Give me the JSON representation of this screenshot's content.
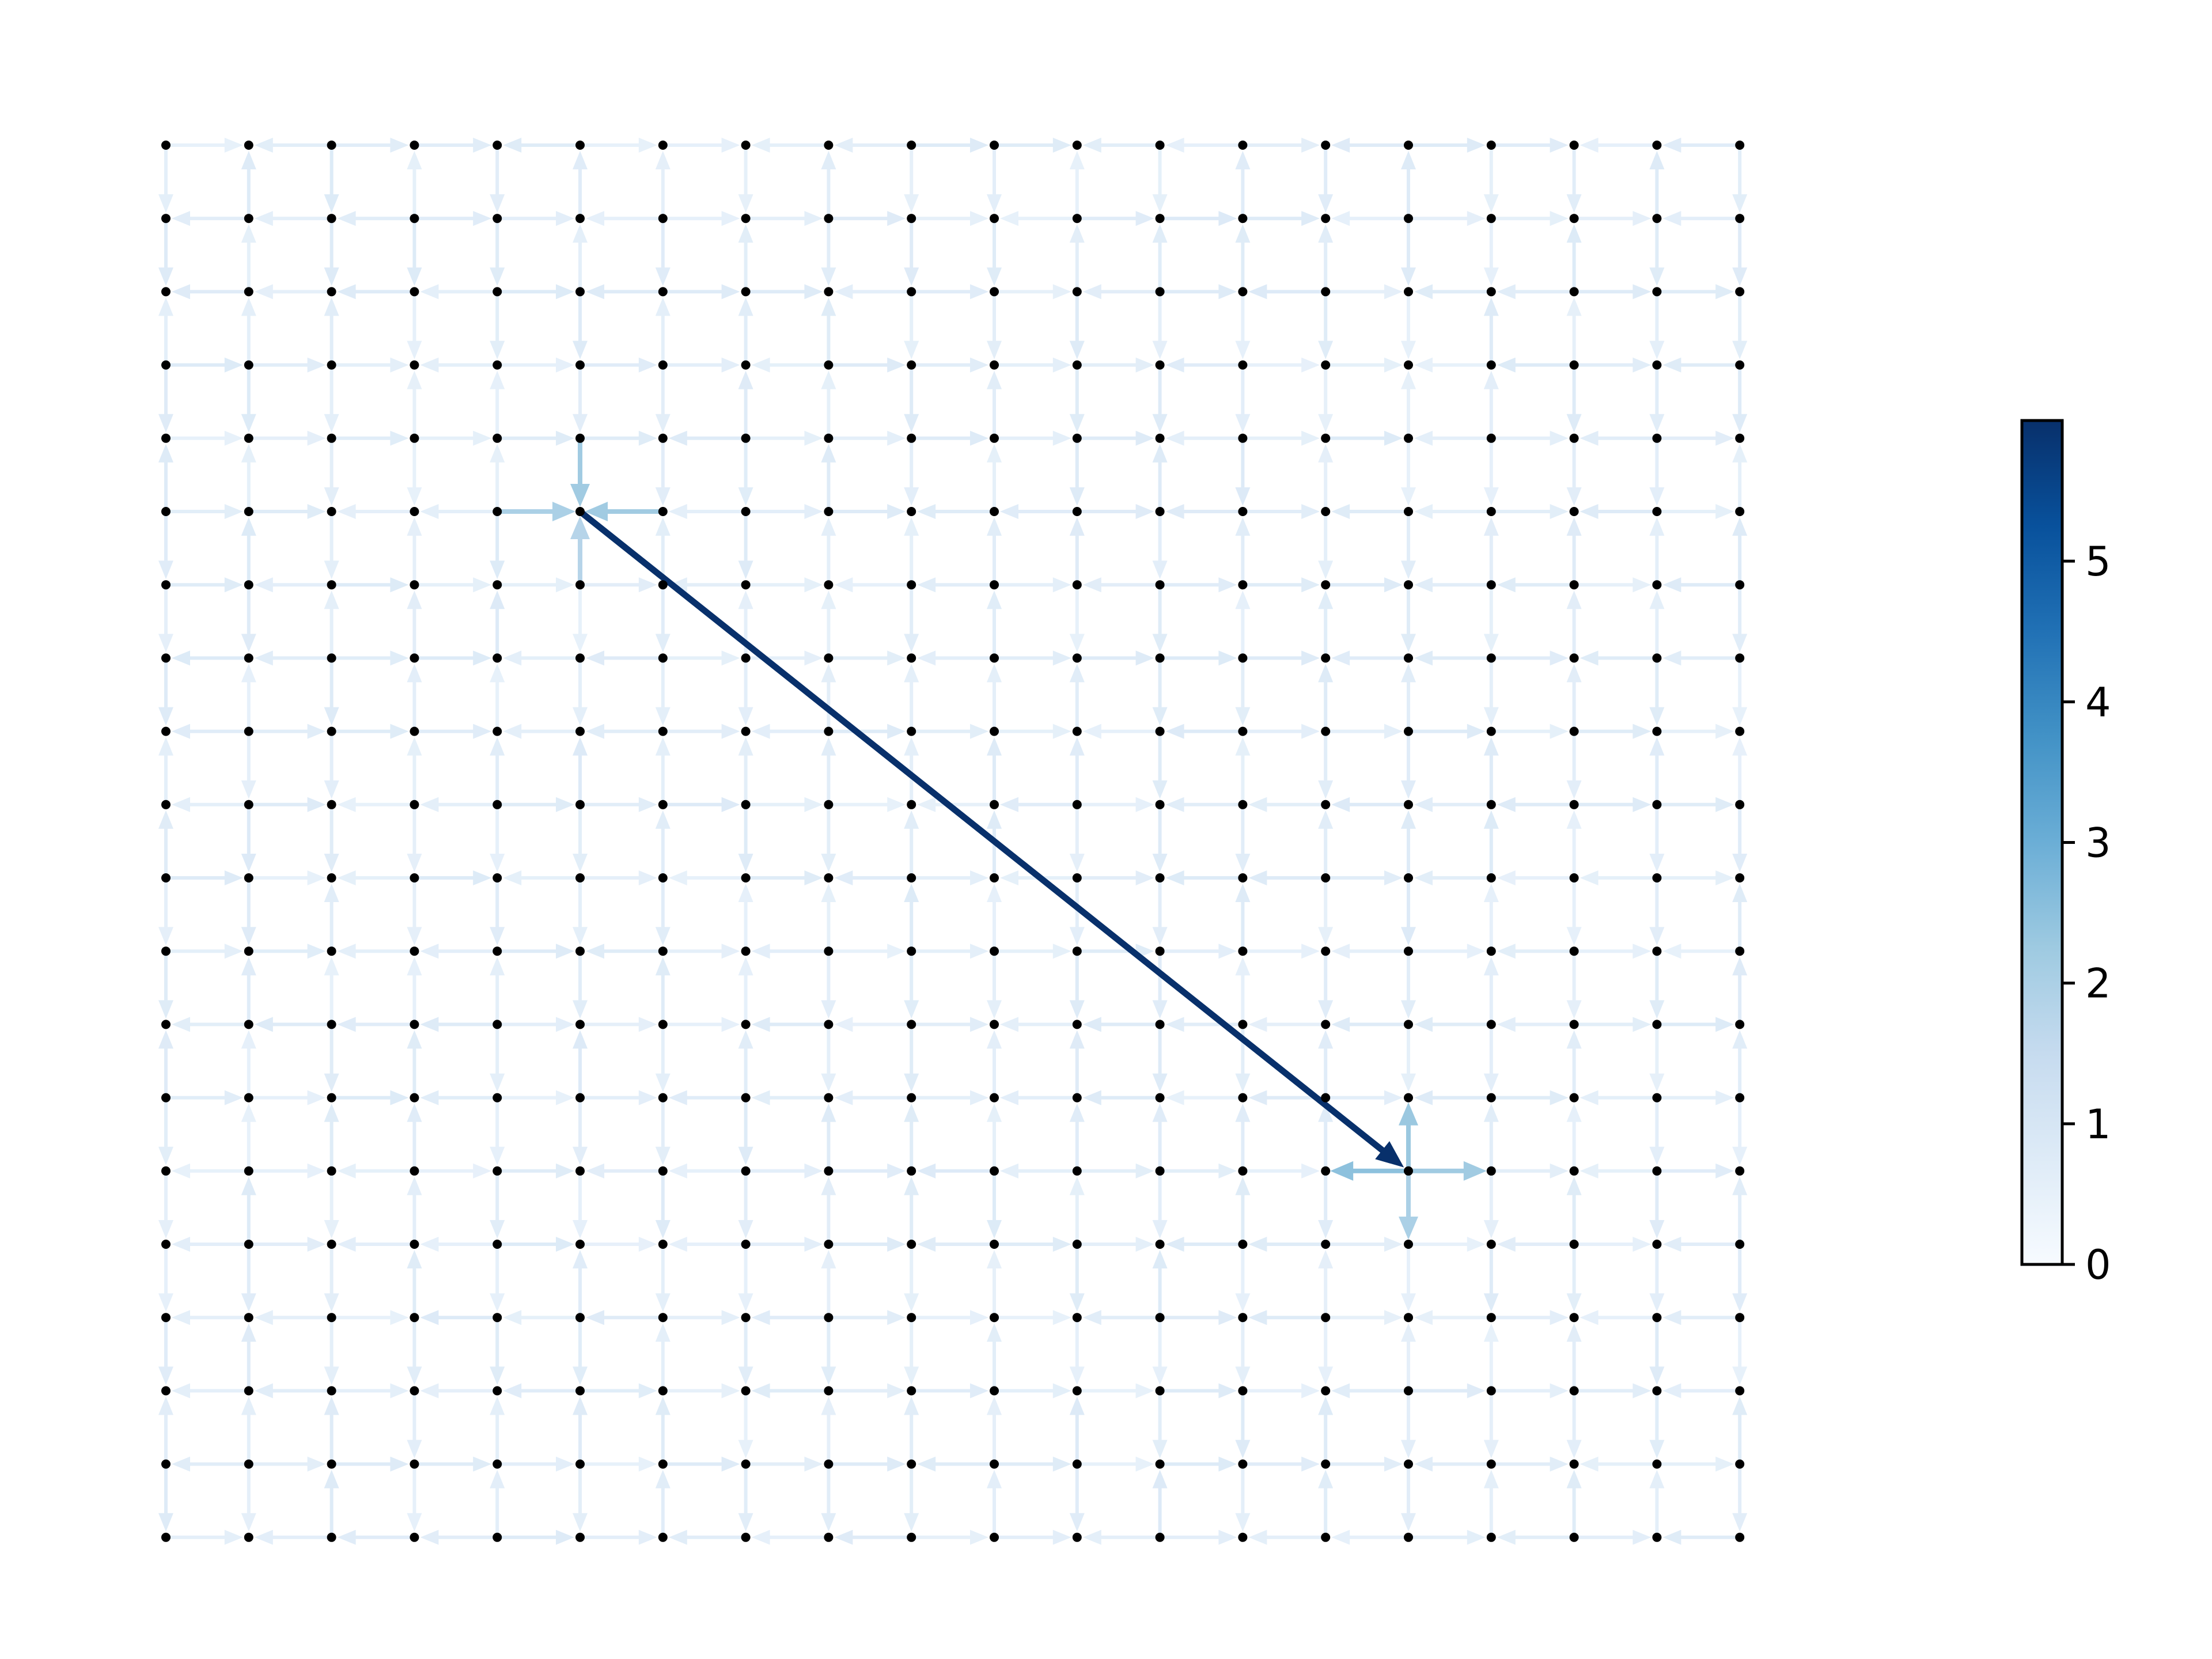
{
  "figure": {
    "grid": {
      "cols": 20,
      "rows": 20
    },
    "colormap": {
      "name": "Blues",
      "stops": [
        "#f7fbff",
        "#deebf7",
        "#c6dbef",
        "#9ecae1",
        "#6baed6",
        "#4292c6",
        "#2171b5",
        "#08519c",
        "#08306b"
      ]
    },
    "node_color": "#000000",
    "default_edge_weight": 0.6,
    "highlight": {
      "source_node": [
        5,
        5
      ],
      "target_node": [
        15,
        14
      ],
      "long_edge_weight": 6.0,
      "source_edges": [
        {
          "from": [
            5,
            4
          ],
          "to": [
            5,
            5
          ],
          "weight": 2.2
        },
        {
          "from": [
            4,
            5
          ],
          "to": [
            5,
            5
          ],
          "weight": 2.0
        },
        {
          "from": [
            6,
            5
          ],
          "to": [
            5,
            5
          ],
          "weight": 2.2
        },
        {
          "from": [
            5,
            6
          ],
          "to": [
            5,
            5
          ],
          "weight": 1.8
        }
      ],
      "target_edges": [
        {
          "from": [
            15,
            14
          ],
          "to": [
            15,
            13
          ],
          "weight": 2.3
        },
        {
          "from": [
            15,
            14
          ],
          "to": [
            14,
            14
          ],
          "weight": 2.5
        },
        {
          "from": [
            15,
            14
          ],
          "to": [
            16,
            14
          ],
          "weight": 2.2
        },
        {
          "from": [
            15,
            14
          ],
          "to": [
            15,
            15
          ],
          "weight": 2.0
        }
      ]
    },
    "colorbar": {
      "min": 0,
      "max": 6.0,
      "ticks": [
        {
          "value": 0,
          "label": "0"
        },
        {
          "value": 1,
          "label": "1"
        },
        {
          "value": 2,
          "label": "2"
        },
        {
          "value": 3,
          "label": "3"
        },
        {
          "value": 4,
          "label": "4"
        },
        {
          "value": 5,
          "label": "5"
        }
      ]
    }
  }
}
